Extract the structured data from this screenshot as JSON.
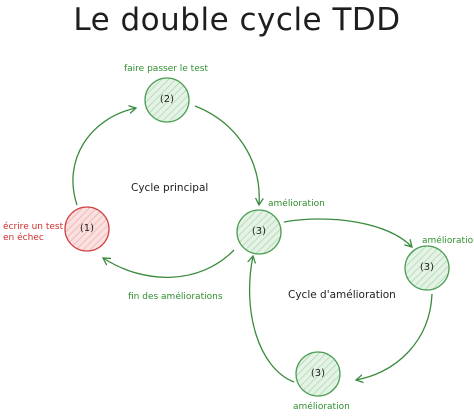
{
  "title": "Le double cycle TDD",
  "nodes": {
    "n1": {
      "label": "(1)",
      "caption": [
        "écrire un test",
        "en échec"
      ]
    },
    "n2": {
      "label": "(2)",
      "caption": [
        "faire passer le test"
      ]
    },
    "n3a": {
      "label": "(3)",
      "caption": [
        "amélioration"
      ]
    },
    "n3b": {
      "label": "(3)",
      "caption": [
        "amélioration"
      ]
    },
    "n3c": {
      "label": "(3)",
      "caption": [
        "amélioration"
      ]
    }
  },
  "cycles": {
    "main": "Cycle principal",
    "improvement": "Cycle d'amélioration"
  },
  "edges": {
    "end_improvements": "fin des améliorations"
  },
  "colors": {
    "green_stroke": "#4e9e55",
    "green_fill": "#cde8cf",
    "red_stroke": "#d04545",
    "red_fill": "#f6c7c7",
    "arrow": "#3b8b3f"
  }
}
